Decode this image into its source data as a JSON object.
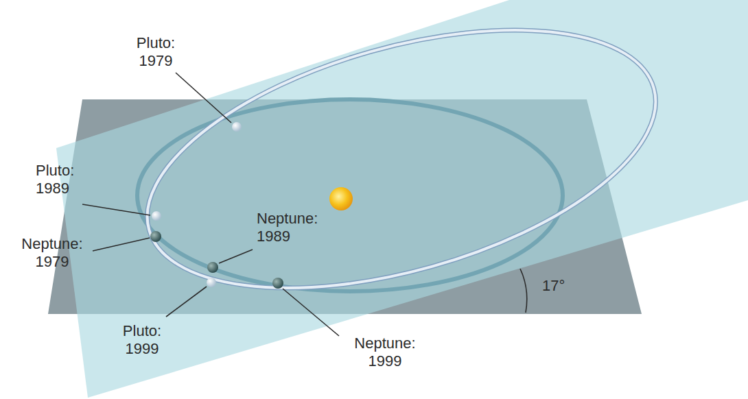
{
  "diagram": {
    "labels": [
      "Pluto: 1979",
      "Pluto: 1989",
      "Neptune: 1979",
      "Neptune: 1989",
      "Pluto: 1999",
      "Neptune: 1999",
      "17°"
    ]
  }
}
